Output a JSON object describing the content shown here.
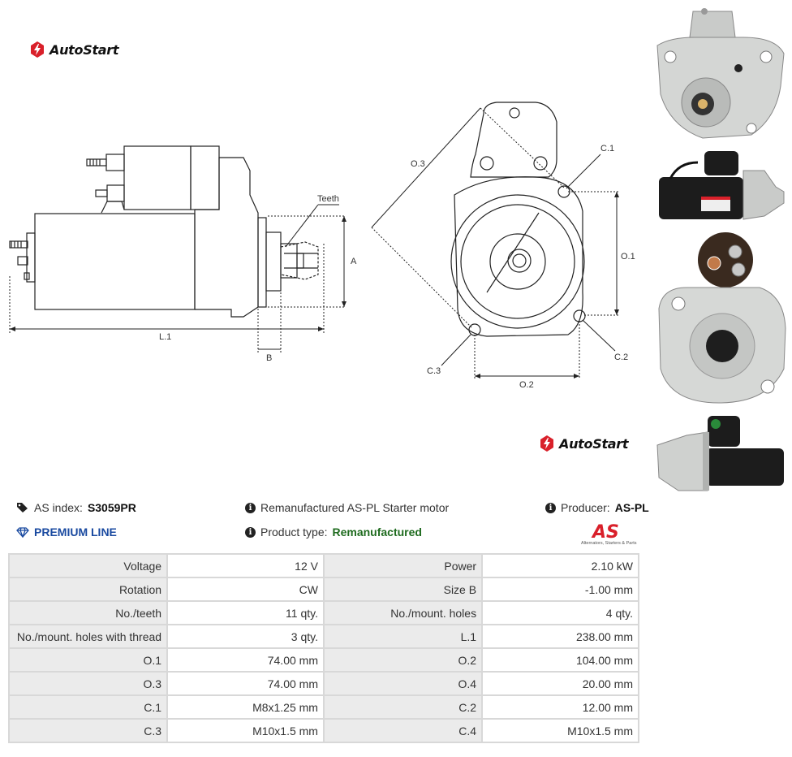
{
  "brand": {
    "name": "AutoStart",
    "color": "#d9202a"
  },
  "drawing": {
    "labels": {
      "teeth": "Teeth",
      "a": "A",
      "b": "B",
      "l1": "L.1",
      "o3": "O.3",
      "c1": "C.1",
      "o1": "O.1",
      "c3": "C.3",
      "c2": "C.2",
      "o2": "O.2"
    }
  },
  "info": {
    "as_index_label": "AS index:",
    "as_index_value": "S3059PR",
    "premium_line": "PREMIUM LINE",
    "description": "Remanufactured AS-PL Starter motor",
    "product_type_label": "Product type:",
    "product_type_value": "Remanufactured",
    "producer_label": "Producer:",
    "producer_value": "AS-PL",
    "as_logo_text": "AS",
    "as_logo_tagline": "Alternators, Starters & Parts"
  },
  "specs": [
    {
      "l1": "Voltage",
      "v1": "12 V",
      "l2": "Power",
      "v2": "2.10 kW"
    },
    {
      "l1": "Rotation",
      "v1": "CW",
      "l2": "Size B",
      "v2": "-1.00 mm"
    },
    {
      "l1": "No./teeth",
      "v1": "11 qty.",
      "l2": "No./mount. holes",
      "v2": "4 qty."
    },
    {
      "l1": "No./mount. holes with thread",
      "v1": "3 qty.",
      "l2": "L.1",
      "v2": "238.00 mm"
    },
    {
      "l1": "O.1",
      "v1": "74.00 mm",
      "l2": "O.2",
      "v2": "104.00 mm"
    },
    {
      "l1": "O.3",
      "v1": "74.00 mm",
      "l2": "O.4",
      "v2": "20.00 mm"
    },
    {
      "l1": "C.1",
      "v1": "M8x1.25 mm",
      "l2": "C.2",
      "v2": "12.00 mm"
    },
    {
      "l1": "C.3",
      "v1": "M10x1.5 mm",
      "l2": "C.4",
      "v2": "M10x1.5 mm"
    }
  ]
}
